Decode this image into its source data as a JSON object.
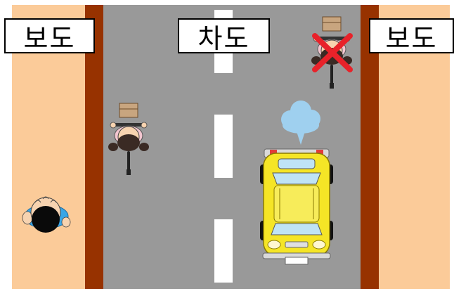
{
  "labels": {
    "sidewalk_left": "보도",
    "roadway": "차도",
    "sidewalk_right": "보도"
  },
  "colors": {
    "sidewalk": "#fbcb99",
    "curb": "#973200",
    "road": "#999999",
    "lane_marking": "#ffffff",
    "car": "#f5e526",
    "prohibited_mark": "#e8222a",
    "exhaust_cloud": "#9fd0ef"
  },
  "icons": {
    "pedestrian": "pedestrian-icon",
    "cyclist_allowed": "cyclist-icon",
    "cyclist_prohibited": "cyclist-icon",
    "prohibited": "red-x-icon",
    "car": "car-icon",
    "exhaust": "cloud-icon"
  }
}
